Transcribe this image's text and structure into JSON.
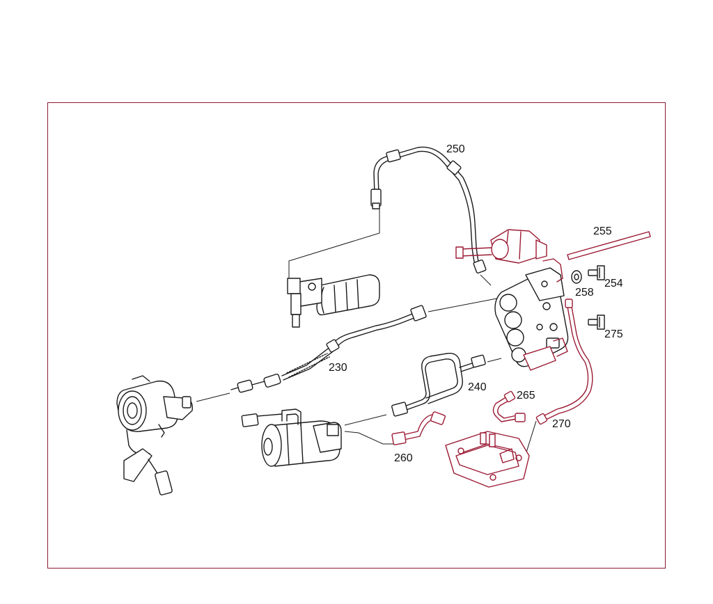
{
  "parts": [
    {
      "id": "label-230",
      "text": "230"
    },
    {
      "id": "label-240",
      "text": "240"
    },
    {
      "id": "label-250",
      "text": "250"
    },
    {
      "id": "label-254",
      "text": "254"
    },
    {
      "id": "label-255",
      "text": "255"
    },
    {
      "id": "label-258",
      "text": "258"
    },
    {
      "id": "label-260",
      "text": "260"
    },
    {
      "id": "label-265",
      "text": "265"
    },
    {
      "id": "label-270",
      "text": "270"
    },
    {
      "id": "label-275",
      "text": "275"
    }
  ],
  "colors": {
    "frame": "#8a1a2e",
    "accent": "#9b1a33",
    "ink": "#1a1a1a"
  }
}
